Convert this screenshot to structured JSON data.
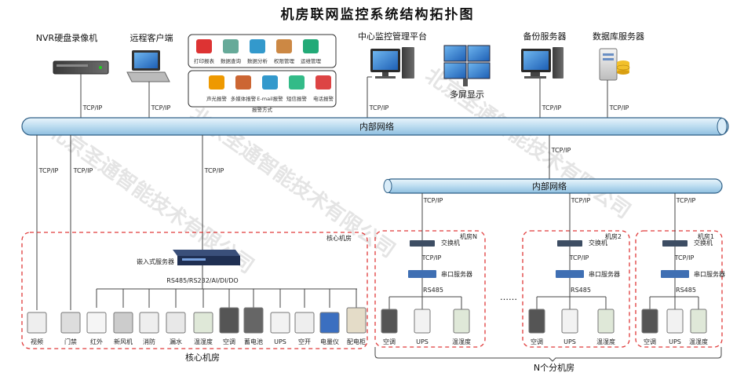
{
  "title": "机房联网监控系统结构拓扑图",
  "top_devices": {
    "nvr": "NVR硬盘录像机",
    "remote_client": "远程客户端",
    "central_platform": "中心监控管理平台",
    "multi_screen": "多屏显示",
    "backup_server": "备份服务器",
    "db_server": "数据库服务器"
  },
  "protocol": "TCP/IP",
  "alarm_methods": {
    "items_row1": [
      "打印报表",
      "数据查询",
      "数据分析",
      "权限管理",
      "运维管理"
    ],
    "items_row2": [
      "电话报警",
      "短信报警",
      "E-mail报警",
      "多媒体报警",
      "声光报警"
    ],
    "caption": "报警方式"
  },
  "main_bus": "内部网络",
  "sub_bus": "内部网络",
  "core_room": {
    "label": "核心机房",
    "bottom_label": "核心机房",
    "embedded_server": "嵌入式服务器",
    "ports": "RS485/RS232/AI/DI/DO",
    "devices": [
      "视频",
      "门禁",
      "红外",
      "新风机",
      "消防",
      "漏水",
      "温湿度",
      "空调",
      "蓄电池",
      "UPS",
      "空开",
      "电量仪",
      "配电柜"
    ]
  },
  "branch_rooms": [
    {
      "label": "机房N",
      "switch": "交换机",
      "serial": "串口服务器",
      "rs": "RS485",
      "devices": [
        "空调",
        "UPS",
        "温湿度"
      ]
    },
    {
      "label": "机房2",
      "switch": "交换机",
      "serial": "串口服务器",
      "rs": "RS485",
      "devices": [
        "空调",
        "UPS",
        "温湿度"
      ]
    },
    {
      "label": "机房1",
      "switch": "交换机",
      "serial": "串口服务器",
      "rs": "RS485",
      "devices": [
        "空调",
        "UPS",
        "温湿度"
      ]
    }
  ],
  "ellipsis": "……",
  "branch_caption": "N个分机房",
  "watermark": "北京圣通智能技术有限公司",
  "colors": {
    "bus_fill": "#cfe6f5",
    "bus_stroke": "#2e5f86",
    "dash_red": "#e03a3a",
    "serial_blue": "#3f6fb3"
  }
}
